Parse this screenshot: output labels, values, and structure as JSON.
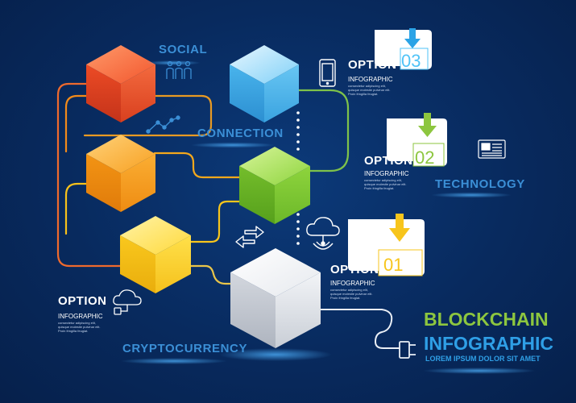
{
  "colors": {
    "background": "#082a5e",
    "label_blue": "#3b8fd6",
    "accent_green": "#8dc63f",
    "accent_light_blue": "#4fc3f7",
    "accent_yellow": "#f7c51c",
    "title_green": "#8dc63f",
    "title_blue": "#2f9fe6"
  },
  "labels": {
    "social": "SOCIAL",
    "connection": "CONNECTION",
    "technology": "TECHNOLOGY",
    "cryptocurrency": "CRYPTOCURRENCY"
  },
  "options": [
    {
      "heading": "OPTION",
      "number": "03",
      "subheading": "INFOGRAPHIC",
      "body_lines": [
        "consectetur adipiscing elit,",
        "quisque molestie pulvinar elit.",
        "Proin fringilla feugiat."
      ],
      "accent": "#4fc3f7",
      "icon": "tablet-icon"
    },
    {
      "heading": "OPTION",
      "number": "02",
      "subheading": "INFOGRAPHIC",
      "body_lines": [
        "consectetur adipiscing elit,",
        "quisque molestie pulvinar elit.",
        "Proin fringilla feugiat."
      ],
      "accent": "#8dc63f",
      "icon": "newspaper-icon"
    },
    {
      "heading": "OPTION",
      "number": "01",
      "subheading": "INFOGRAPHIC",
      "body_lines": [
        "consectetur adipiscing elit,",
        "quisque molestie pulvinar elit.",
        "Proin fringilla feugiat."
      ],
      "accent": "#f7c51c",
      "icon": "cloud-network-icon"
    },
    {
      "heading": "OPTION",
      "number": "",
      "subheading": "INFOGRAPHIC",
      "body_lines": [
        "consectetur adipiscing elit,",
        "quisque molestie pulvinar elit.",
        "Proin fringilla feugiat."
      ],
      "accent": "#ffffff",
      "icon": "cloud-storage-icon"
    }
  ],
  "title": {
    "line1": "BLOCKCHAIN",
    "line2": "INFOGRAPHIC",
    "tagline": "LOREM IPSUM DOLOR SIT AMET"
  },
  "icons": [
    "people-icon",
    "line-chart-icon",
    "tablet-icon",
    "newspaper-icon",
    "cloud-network-icon",
    "cloud-storage-icon",
    "exchange-arrows-icon",
    "plug-icon"
  ]
}
